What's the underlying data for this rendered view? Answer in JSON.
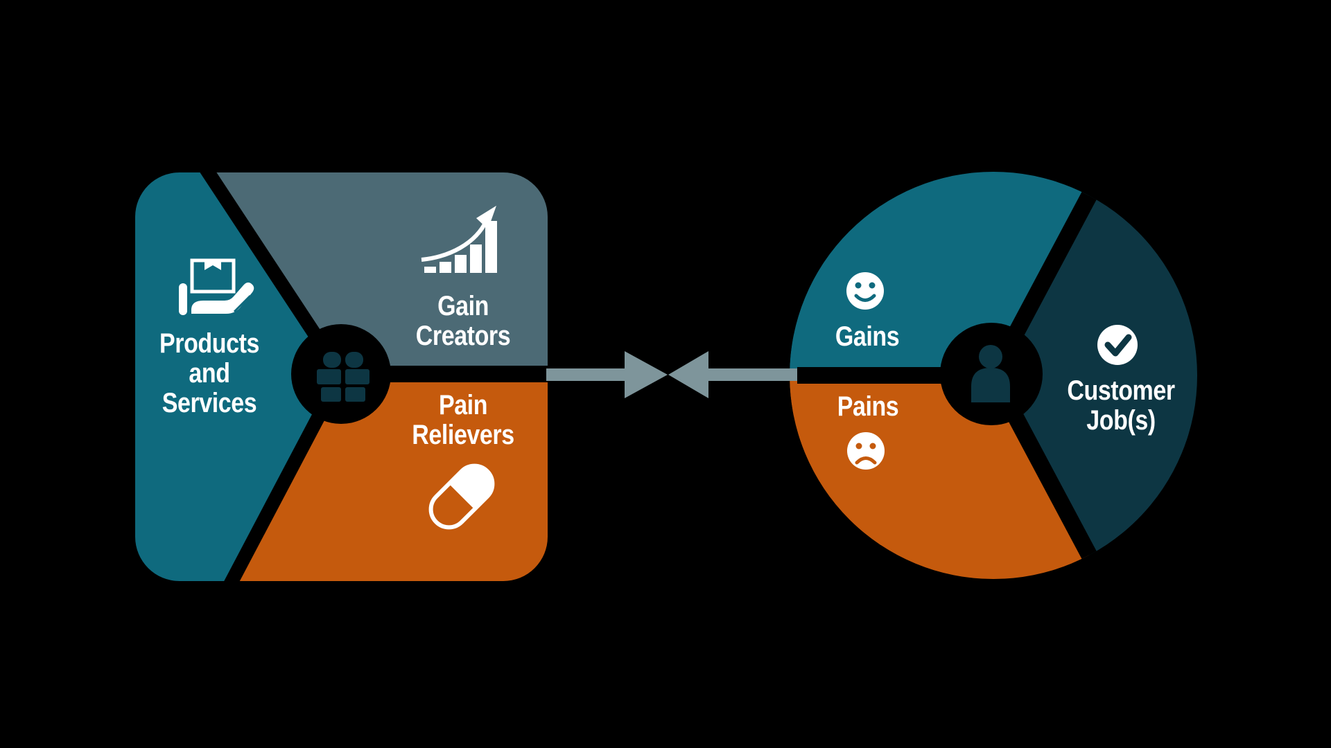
{
  "diagram": {
    "type": "value-proposition-canvas",
    "background_color": "#000000",
    "value_map": {
      "shape": "rounded-square",
      "hub_icon": "gift-icon",
      "hub_background": "#000000",
      "hub_icon_color": "#0D3643",
      "products_services": {
        "label": "Products\nand\nServices",
        "color": "#0F6A7E",
        "icon": "hand-holding-box-icon"
      },
      "gain_creators": {
        "label": "Gain\nCreators",
        "color": "#4C6A75",
        "icon": "growth-chart-arrow-icon"
      },
      "pain_relievers": {
        "label": "Pain\nRelievers",
        "color": "#C55A0D",
        "icon": "pill-icon"
      }
    },
    "customer_profile": {
      "shape": "circle",
      "hub_icon": "person-icon",
      "hub_background": "#000000",
      "hub_icon_color": "#0D3643",
      "gains": {
        "label": "Gains",
        "color": "#0F6A7E",
        "icon": "smiley-face-icon"
      },
      "pains": {
        "label": "Pains",
        "color": "#C55A0D",
        "icon": "sad-face-icon"
      },
      "customer_jobs": {
        "label": "Customer\nJob(s)",
        "color": "#0D3643",
        "icon": "check-circle-icon"
      }
    },
    "connector": {
      "type": "two-arrows-pointing-together",
      "color": "#7E959B"
    },
    "text_color": "#FFFFFF"
  }
}
